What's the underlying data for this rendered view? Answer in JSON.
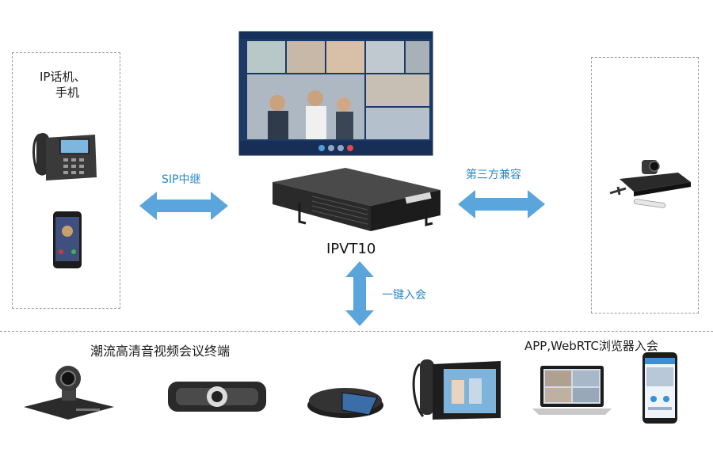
{
  "left_box_label": "IP话机、\n手机",
  "left_box_label_line1": "IP话机、",
  "left_box_label_line2": "手机",
  "link_sip": "SIP中继",
  "link_third_party": "第三方兼容",
  "link_one_click": "一键入会",
  "server_label": "IPVT10",
  "terminals_label": "潮流高清音视频会议终端",
  "app_label": "APP,WebRTC浏览器入会",
  "colors": {
    "arrow": "#5aa6dc",
    "label_blue": "#2b88c8",
    "dash": "#9a9a9a",
    "screen_bg": "#1d3d6e"
  }
}
